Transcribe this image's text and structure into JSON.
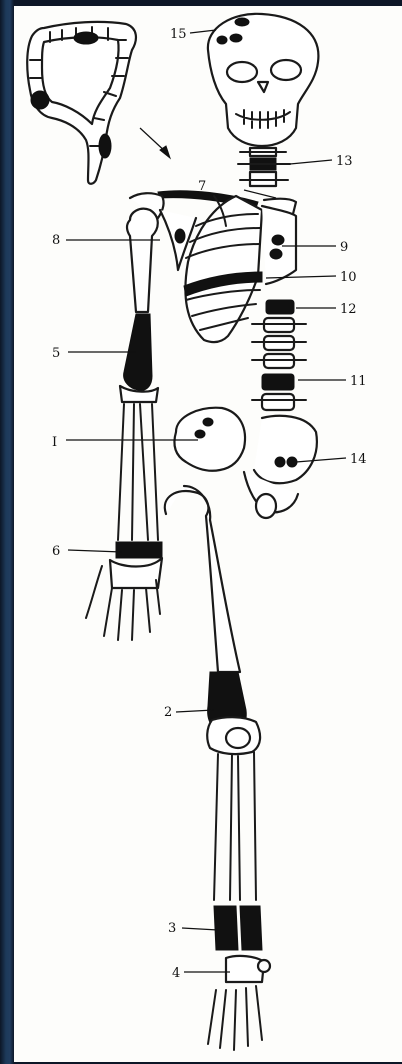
{
  "diagram": {
    "labels": {
      "l1": "I",
      "l2": "2",
      "l3": "3",
      "l4": "4",
      "l5": "5",
      "l6": "6",
      "l7": "7",
      "l8": "8",
      "l9": "9",
      "l10": "10",
      "l11": "11",
      "l12": "12",
      "l13": "13",
      "l14": "14",
      "l15": "15"
    },
    "colors": {
      "ink": "#111111",
      "paper": "#fdfdfb",
      "frame": "#1d3a5a"
    }
  }
}
